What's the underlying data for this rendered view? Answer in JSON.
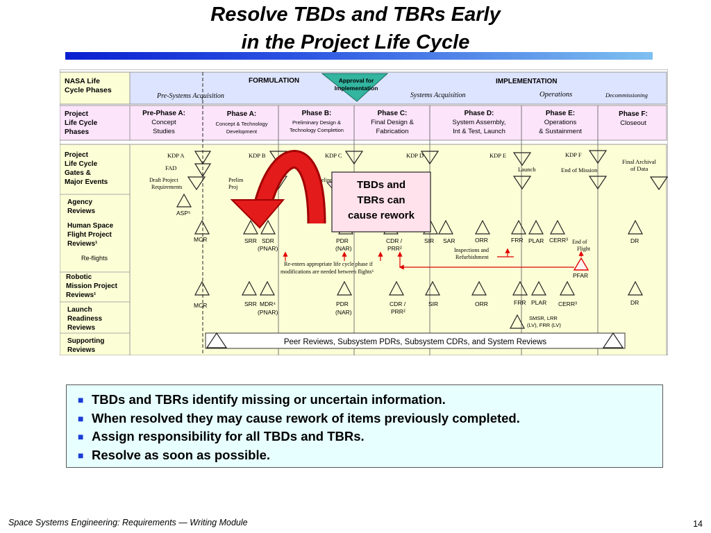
{
  "slide": {
    "title_line1": "Resolve TBDs and TBRs Early",
    "title_line2": "in the Project Life Cycle",
    "footer": "Space Systems Engineering: Requirements — Writing Module",
    "page_number": "14"
  },
  "diagram": {
    "header": {
      "nasa_label_1": "NASA Life",
      "nasa_label_2": "Cycle Phases",
      "formulation": "FORMULATION",
      "approval_1": "Approval for",
      "approval_2": "Implementation",
      "implementation": "IMPLEMENTATION",
      "pre_systems": "Pre-Systems Acquisition",
      "systems_acq": "Systems Acquisition",
      "operations": "Operations",
      "decommissioning": "Decommissioning"
    },
    "phases_label": [
      "Project",
      "Life Cycle",
      "Phases"
    ],
    "phases": [
      {
        "title": "Pre-Phase A:",
        "sub1": "Concept",
        "sub2": "Studies"
      },
      {
        "title": "Phase A:",
        "sub1": "Concept & Technology",
        "sub2": "Development"
      },
      {
        "title": "Phase B:",
        "sub1": "Preliminary Design &",
        "sub2": "Technology Completion"
      },
      {
        "title": "Phase C:",
        "sub1": "Final Design &",
        "sub2": "Fabrication"
      },
      {
        "title": "Phase D:",
        "sub1": "System Assembly,",
        "sub2": "Int & Test, Launch"
      },
      {
        "title": "Phase E:",
        "sub1": "Operations",
        "sub2": "& Sustainment"
      },
      {
        "title": "Phase F:",
        "sub1": "Closeout",
        "sub2": ""
      }
    ],
    "gates_label": [
      "Project",
      "Life Cycle",
      "Gates &",
      "Major Events"
    ],
    "kdps": [
      "KDP A",
      "KDP B",
      "KDP C",
      "KDP D",
      "KDP E",
      "KDP F"
    ],
    "events": {
      "fad": "FAD",
      "draft_1": "Draft Project",
      "draft_2": "Requirements",
      "prelim_1": "Prelim",
      "prelim_2": "Proj",
      "baseline": "Baseline",
      "launch": "Launch",
      "end_of_mission": "End of Mission",
      "final_archival_1": "Final Archival",
      "final_archival_2": "of Data"
    },
    "callout": [
      "TBDs and",
      "TBRs can",
      "cause rework"
    ],
    "row_labels": {
      "agency": [
        "Agency",
        "Reviews"
      ],
      "human": [
        "Human Space",
        "Flight Project",
        "Reviews¹"
      ],
      "reflights": "Re-flights",
      "robotic": [
        "Robotic",
        "Mission Project",
        "Reviews¹"
      ],
      "launch_readiness": [
        "Launch",
        "Readiness",
        "Reviews"
      ],
      "supporting": [
        "Supporting",
        "Reviews"
      ]
    },
    "reviews": {
      "asp": "ASP⁵",
      "mcr": "MCR",
      "srr": "SRR",
      "sdr": "SDR",
      "pnar": "(PNAR)",
      "pdr": "PDR",
      "nar": "(NAR)",
      "cdr": "CDR /",
      "prr": "PRR²",
      "sir": "SIR",
      "sar": "SAR",
      "orr": "ORR",
      "frr": "FRR",
      "plar": "PLAR",
      "cerr": "CERR³",
      "dr": "DR",
      "mdr": "MDR⁴",
      "end_of_flight_1": "End of",
      "end_of_flight_2": "Flight",
      "pfar": "PFAR",
      "inspections_1": "Inspections and",
      "inspections_2": "Refurbishment",
      "reenter_1": "Re-enters appropriate life cycle phase if",
      "reenter_2": "modifications are needed between flights⁶",
      "smsr_1": "SMSR, LRR",
      "smsr_2": "(LV), FRR (LV)",
      "peer_reviews": "Peer Reviews, Subsystem PDRs, Subsystem CDRs, and System Reviews"
    }
  },
  "bullets": [
    "TBDs and TBRs identify missing or uncertain information.",
    "When resolved they may cause rework of items previously completed.",
    "Assign responsibility for all TBDs and TBRs.",
    "Resolve as soon as possible."
  ],
  "colors": {
    "title_bar_start": "#0a1fd0",
    "title_bar_end": "#7ec0f0",
    "header_bg": "#dde4ff",
    "phase_bg": "#fce4fb",
    "body_bg": "#fcfed6",
    "approval": "#33b5a0",
    "arrow_red": "#e00000",
    "callout_bg": "#ffe2ec",
    "bullet_box": "#e7ffff"
  }
}
